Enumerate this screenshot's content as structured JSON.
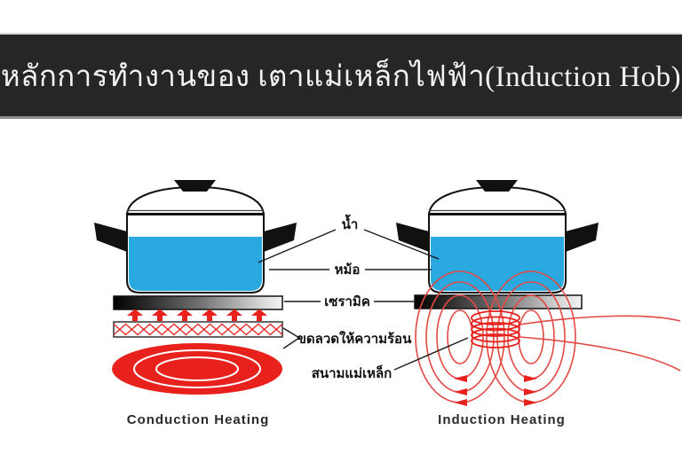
{
  "header": {
    "title": "หลักการทำงานของ เตาแม่เหล็กไฟฟ้า(Induction Hob)"
  },
  "labels": {
    "water": "น้ำ",
    "pot": "หม้อ",
    "ceramic": "เซรามิค",
    "heating_coil": "ขดลวดให้ความร้อน",
    "magnetic_field": "สนามแม่เหล็ก"
  },
  "captions": {
    "conduction": "Conduction Heating",
    "induction": "Induction Heating"
  },
  "colors": {
    "banner_bg": "#262626",
    "banner_text": "#f2f2f2",
    "water_blue": "#29a9e0",
    "heat_red": "#e8211d",
    "field_red": "#e34a44",
    "line_black": "#1a1a1a"
  }
}
